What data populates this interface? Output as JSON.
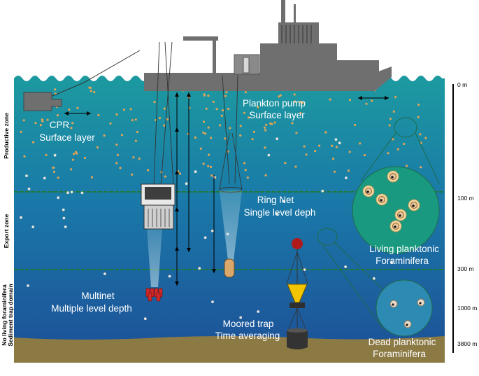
{
  "labels": {
    "cpr": [
      "CPR",
      "Surface layer"
    ],
    "pump": [
      "Plankton pump",
      "Surface layer"
    ],
    "ring": [
      "Ring Net",
      "Single level deph"
    ],
    "multinet": [
      "Multinet",
      "Multiple level depth"
    ],
    "moored": [
      "Moored trap",
      "Time averaging"
    ],
    "living": [
      "Living planktonic",
      "Foraminifera"
    ],
    "dead": [
      "Dead planktonic",
      "Foraminifera"
    ]
  },
  "zones": {
    "productive": "Productive zone",
    "export": "Export zone",
    "trap1": "No living foraminifera",
    "trap2": "Sediment trap domain"
  },
  "depths": [
    "0 m",
    "100 m",
    "300 m",
    "1000 m",
    "3800 m"
  ],
  "colors": {
    "sea_top": "#1c9aa0",
    "sea_mid": "#1a6fa8",
    "sea_bottom": "#1d4f97",
    "seafloor": "#8c7a45",
    "ship": "#6f6f6f",
    "boundary": "#1f7a3a",
    "particle_living": "#e0a455",
    "particle_dead": "#e8e2da",
    "buoy": "#b01a1a",
    "trap_cone": "#f2c500"
  }
}
